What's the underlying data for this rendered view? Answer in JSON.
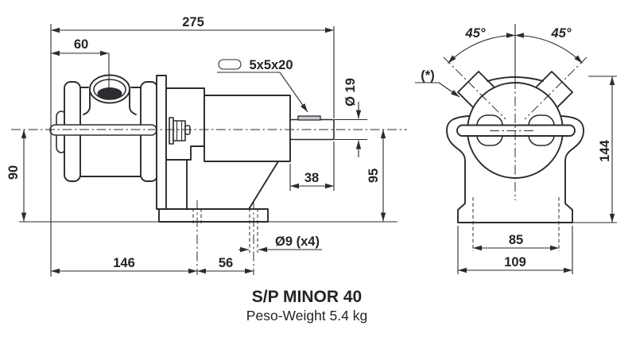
{
  "drawing": {
    "title": "S/P MINOR 40",
    "subtitle": "Peso-Weight 5.4 kg",
    "side_view": {
      "overall_length": "275",
      "inlet_offset": "60",
      "keyway": "5x5x20",
      "shaft_diameter": "Ø 19",
      "shaft_length": "38",
      "shaft_center_height": "95",
      "center_height": "90",
      "foot_front_distance": "146",
      "foot_hole_spacing": "56",
      "mounting_holes": "Ø9 (x4)"
    },
    "front_view": {
      "port_angle_left": "45°",
      "port_angle_right": "45°",
      "port_note": "(*)",
      "overall_height": "144",
      "base_hole_spacing": "85",
      "base_width": "109"
    }
  }
}
